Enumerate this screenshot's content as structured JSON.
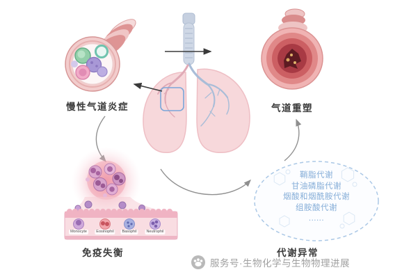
{
  "nodes": {
    "inflammation": "慢性气道炎症",
    "remodeling": "气道重塑",
    "immune": "免疫失衡",
    "metabolic": "代谢异常"
  },
  "metabolism": {
    "items": [
      "鞘脂代谢",
      "甘油磷脂代谢",
      "烟酸和烟酰胺代谢",
      "组胺酸代谢",
      "......"
    ]
  },
  "immune": {
    "cell_labels": [
      "Monocyte",
      "Eosinophil",
      "Basophil",
      "Neutrophil"
    ]
  },
  "watermark": {
    "text": "服务号·生物化学与生物物理进展"
  },
  "colors": {
    "label_text": "#3b3b3b",
    "metabolism_text": "#86aed8",
    "watermark_text": "#a0a0a0",
    "highlight_blue": "#7aa6d9",
    "lung_pink": "#f7d8db",
    "airway_red": "#c24f55",
    "glow_pink": "#ee8fa2"
  }
}
